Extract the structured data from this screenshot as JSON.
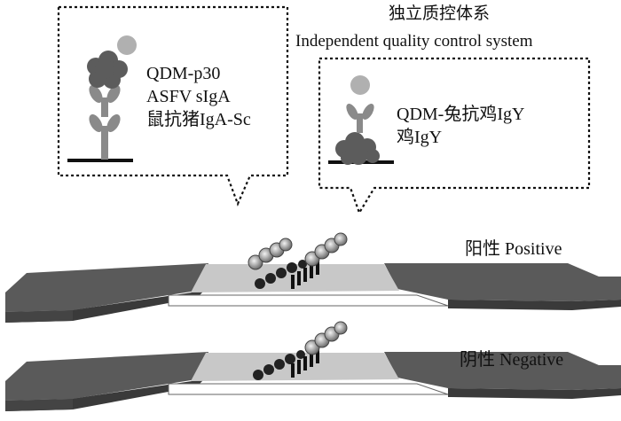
{
  "control_system": {
    "title_zh": "独立质控体系",
    "title_en": "Independent quality control system"
  },
  "test_line_callout": {
    "probe": "QDM-p30",
    "target": "ASFV sIgA",
    "capture": "鼠抗猪IgA-Sc"
  },
  "control_line_callout": {
    "probe": "QDM-兔抗鸡IgY",
    "capture": "鸡IgY"
  },
  "strips": [
    {
      "result_label": "阳性 Positive"
    },
    {
      "result_label": "阴性 Negative"
    }
  ],
  "colors": {
    "strip_dark": "#5a5a5a",
    "strip_mid": "#8c8c8c",
    "membrane": "#c8c8c8",
    "antigen_blob": "#5c5c5c",
    "antibody": "#8a8a8a",
    "qdm_bead": "#b0b0b0"
  }
}
